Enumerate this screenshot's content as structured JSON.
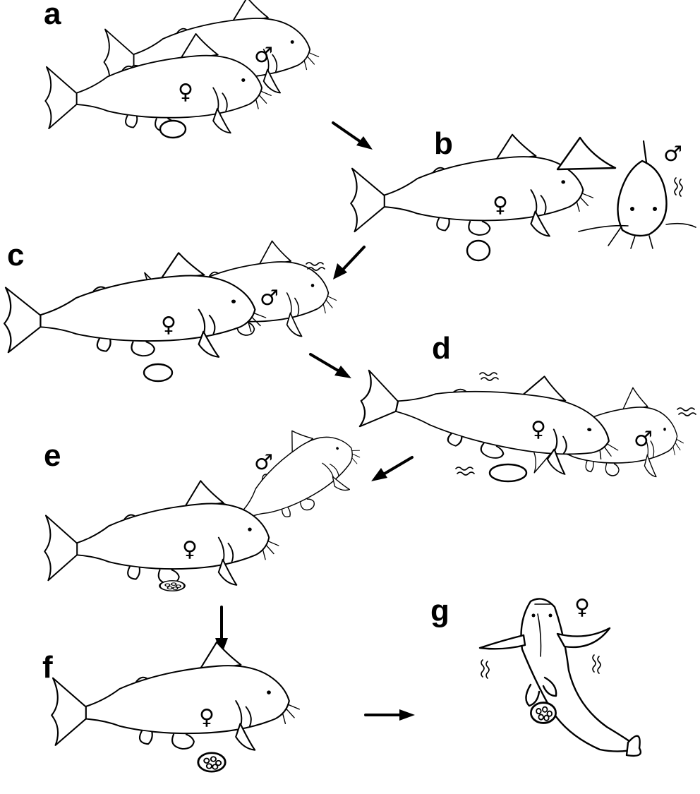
{
  "panels": [
    {
      "label": "a",
      "symbols": [
        "♂",
        "♀"
      ]
    },
    {
      "label": "b",
      "symbols": [
        "♀",
        "♂"
      ]
    },
    {
      "label": "c",
      "symbols": [
        "♀",
        "♂"
      ]
    },
    {
      "label": "d",
      "symbols": [
        "♀",
        "♂"
      ]
    },
    {
      "label": "e",
      "symbols": [
        "♂",
        "♀"
      ]
    },
    {
      "label": "f",
      "symbols": [
        "♀"
      ]
    },
    {
      "label": "g",
      "symbols": [
        "♀"
      ]
    }
  ]
}
